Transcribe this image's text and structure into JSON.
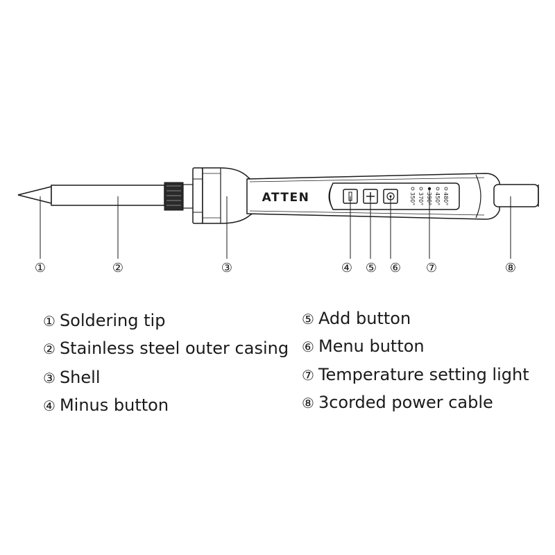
{
  "brand": "ATTEN",
  "callouts": [
    {
      "marker": "①",
      "label": "Soldering tip"
    },
    {
      "marker": "②",
      "label": "Stainless steel outer casing"
    },
    {
      "marker": "③",
      "label": "Shell"
    },
    {
      "marker": "④",
      "label": "Minus button"
    },
    {
      "marker": "⑤",
      "label": "Add button"
    },
    {
      "marker": "⑥",
      "label": "Menu button"
    },
    {
      "marker": "⑦",
      "label": "Temperature setting light"
    },
    {
      "marker": "⑧",
      "label": "3corded power cable"
    }
  ],
  "temperatures": [
    "350°",
    "370°",
    "390°",
    "450°",
    "480°"
  ],
  "icons": {
    "minus": "minus-icon",
    "plus": "plus-icon",
    "menu": "menu-circle-icon"
  }
}
